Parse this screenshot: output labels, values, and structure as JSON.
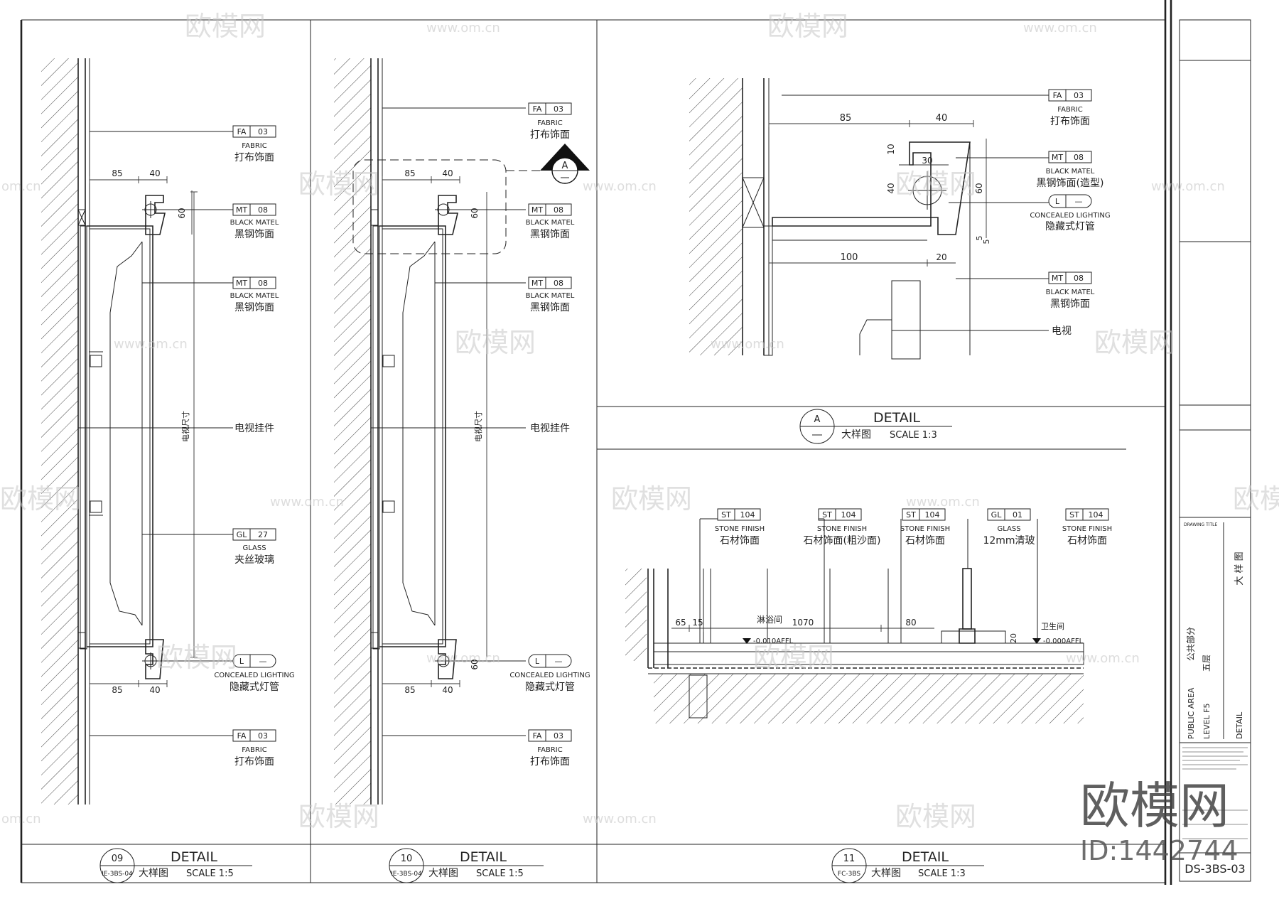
{
  "panels": {
    "p09": {
      "tags": [
        {
          "code": "FA",
          "num": "03",
          "en": "FABRIC",
          "cn": "打布饰面"
        },
        {
          "code": "MT",
          "num": "08",
          "en": "BLACK MATEL",
          "cn": "黑钢饰面"
        },
        {
          "code": "MT",
          "num": "08",
          "en": "BLACK MATEL",
          "cn": "黑钢饰面"
        },
        {
          "code": "GL",
          "num": "27",
          "en": "GLASS",
          "cn": "夹丝玻璃"
        },
        {
          "code": "L",
          "num": "—",
          "en": "CONCEALED LIGHTING",
          "cn": "隐藏式灯管"
        },
        {
          "code": "FA",
          "num": "03",
          "en": "FABRIC",
          "cn": "打布饰面"
        }
      ],
      "tv_label": "电视挂件",
      "tv_size": "电视尺寸",
      "dims": [
        "85",
        "40",
        "60",
        "85",
        "40"
      ],
      "title": {
        "num": "09",
        "ref": "IE-3BS-04",
        "word": "DETAIL",
        "cn": "大样图",
        "scale": "SCALE  1:5"
      }
    },
    "p10": {
      "tags": [
        {
          "code": "FA",
          "num": "03",
          "en": "FABRIC",
          "cn": "打布饰面"
        },
        {
          "code": "MT",
          "num": "08",
          "en": "BLACK MATEL",
          "cn": "黑钢饰面"
        },
        {
          "code": "MT",
          "num": "08",
          "en": "BLACK MATEL",
          "cn": "黑钢饰面"
        },
        {
          "code": "L",
          "num": "—",
          "en": "CONCEALED LIGHTING",
          "cn": "隐藏式灯管"
        },
        {
          "code": "FA",
          "num": "03",
          "en": "FABRIC",
          "cn": "打布饰面"
        }
      ],
      "tv_label": "电视挂件",
      "tv_size": "电视尺寸",
      "callout": "A",
      "dims": [
        "85",
        "40",
        "60",
        "85",
        "40",
        "60"
      ],
      "title": {
        "num": "10",
        "ref": "IE-3BS-04",
        "word": "DETAIL",
        "cn": "大样图",
        "scale": "SCALE  1:5"
      }
    },
    "pA": {
      "tags": [
        {
          "code": "FA",
          "num": "03",
          "en": "FABRIC",
          "cn": "打布饰面"
        },
        {
          "code": "MT",
          "num": "08",
          "en": "BLACK MATEL",
          "cn": "黑钢饰面(造型)"
        },
        {
          "code": "L",
          "num": "—",
          "en": "CONCEALED LIGHTING",
          "cn": "隐藏式灯管"
        },
        {
          "code": "MT",
          "num": "08",
          "en": "BLACK MATEL",
          "cn": "黑钢饰面"
        }
      ],
      "tv": "电视",
      "dims": [
        "85",
        "40",
        "10",
        "30",
        "40",
        "60",
        "100",
        "20",
        "5",
        "5"
      ],
      "title": {
        "letter": "A",
        "word": "DETAIL",
        "cn": "大样图",
        "scale": "SCALE  1:3"
      }
    },
    "p11": {
      "tags": [
        {
          "code": "ST",
          "num": "104",
          "en": "STONE FINISH",
          "cn": "石材饰面"
        },
        {
          "code": "ST",
          "num": "104",
          "en": "STONE FINISH",
          "cn": "石材饰面(粗沙面)"
        },
        {
          "code": "ST",
          "num": "104",
          "en": "STONE FINISH",
          "cn": "石材饰面"
        },
        {
          "code": "GL",
          "num": "01",
          "en": "GLASS",
          "cn": "12mm清玻"
        },
        {
          "code": "ST",
          "num": "104",
          "en": "STONE FINISH",
          "cn": "石材饰面"
        }
      ],
      "room_left": "淋浴间",
      "room_right": "卫生间",
      "level_left": "-0.010AFFL",
      "level_right": "-0.000AFFL",
      "dims": [
        "65",
        "15",
        "1070",
        "80",
        "20"
      ],
      "title": {
        "num": "11",
        "ref": "FC-3BS",
        "word": "DETAIL",
        "cn": "大样图",
        "scale": "SCALE  1:3"
      }
    }
  },
  "titleblock": {
    "drawing_title_label": "DRAWING TITLE",
    "drawing_title_cn": "大 样 图",
    "area_en": "PUBLIC AREA",
    "area_cn": "公共部分",
    "level_en": "LEVEL F5",
    "level_cn": "五层",
    "detail": "DETAIL",
    "sheet_no": "DS-3BS-03"
  },
  "watermarks": {
    "logo": "欧模网",
    "url": "www.om.cn",
    "url_short": "om.cn",
    "id": "ID:1442744"
  }
}
